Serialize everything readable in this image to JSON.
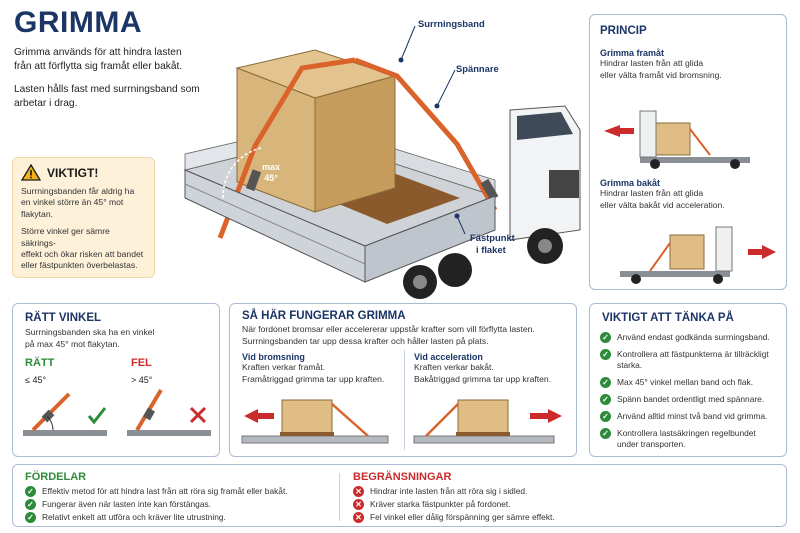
{
  "title": "GRIMMA",
  "intro": {
    "p1_l1": "Grimma används för att hindra lasten",
    "p1_l2": "från att förflytta sig framåt eller bakåt.",
    "p2_l1": "Lasten hålls fast med surrningsband som",
    "p2_l2": "arbetar i drag."
  },
  "warning": {
    "title": "VIKTIGT!",
    "p1_l1": "Surrningsbanden får aldrig ha",
    "p1_l2": "en vinkel större än 45° mot",
    "p1_l3": "flakytan.",
    "p2_l1": "Större vinkel ger sämre säkrings-",
    "p2_l2": "effekt och ökar risken att bandet",
    "p2_l3": "eller fästpunkten överbelastas."
  },
  "truck_labels": {
    "surrningsband": "Surrningsband",
    "spannare": "Spännare",
    "fastpunkt_l1": "Fästpunkt",
    "fastpunkt_l2": "i flaket",
    "angle_l1": "max",
    "angle_l2": "45°"
  },
  "princip": {
    "title": "PRINCIP",
    "fram_title": "Grimma framåt",
    "fram_l1": "Hindrar lasten från att glida",
    "fram_l2": "eller välta framåt vid bromsning.",
    "bak_title": "Grimma bakåt",
    "bak_l1": "Hindrar lasten från att glida",
    "bak_l2": "eller välta bakåt vid acceleration."
  },
  "ratt_vinkel": {
    "title": "RÄTT VINKEL",
    "l1": "Surrningsbanden ska ha en vinkel",
    "l2": "på max 45° mot flakytan.",
    "ratt": "RÄTT",
    "ratt_val": "≤ 45°",
    "fel": "FEL",
    "fel_val": "> 45°"
  },
  "sa_har": {
    "title": "SÅ HÄR FUNGERAR GRIMMA",
    "l1": "När fordonet bromsar eller accelererar uppstår krafter som vill förflytta lasten.",
    "l2": "Surrningsbanden tar upp dessa krafter och håller lasten på plats.",
    "brom_title": "Vid bromsning",
    "brom_l1": "Kraften verkar framåt.",
    "brom_l2": "Framåtriggad grimma tar upp kraften.",
    "acc_title": "Vid acceleration",
    "acc_l1": "Kraften verkar bakåt.",
    "acc_l2": "Bakåtriggad grimma tar upp kraften."
  },
  "viktigt": {
    "title": "VIKTIGT ATT TÄNKA PÅ",
    "items": [
      "Använd endast godkända surrningsband.",
      "Kontrollera att fästpunkterna är tillräckligt",
      "starka.",
      "Max 45° vinkel mellan band och flak.",
      "Spänn bandet ordentligt med spännare.",
      "Använd alltid minst två band vid grimma.",
      "Kontrollera lastsäkringen regelbundet",
      "under transporten."
    ]
  },
  "fordelar": {
    "title": "FÖRDELAR",
    "items": [
      "Effektiv metod för att hindra last från att röra sig framåt eller bakåt.",
      "Fungerar även när lasten inte kan förstängas.",
      "Relativt enkelt att utföra och kräver lite utrustning."
    ]
  },
  "begransningar": {
    "title": "BEGRÄNSNINGAR",
    "items": [
      "Hindrar inte lasten från att röra sig i sidled.",
      "Kräver starka fästpunkter på fordonet.",
      "Fel vinkel eller dålig förspänning ger sämre effekt."
    ]
  },
  "colors": {
    "navy": "#1b3566",
    "green": "#2e8b3a",
    "red": "#cc2b2b",
    "strap": "#d9632a",
    "box": "#d8b57a"
  }
}
